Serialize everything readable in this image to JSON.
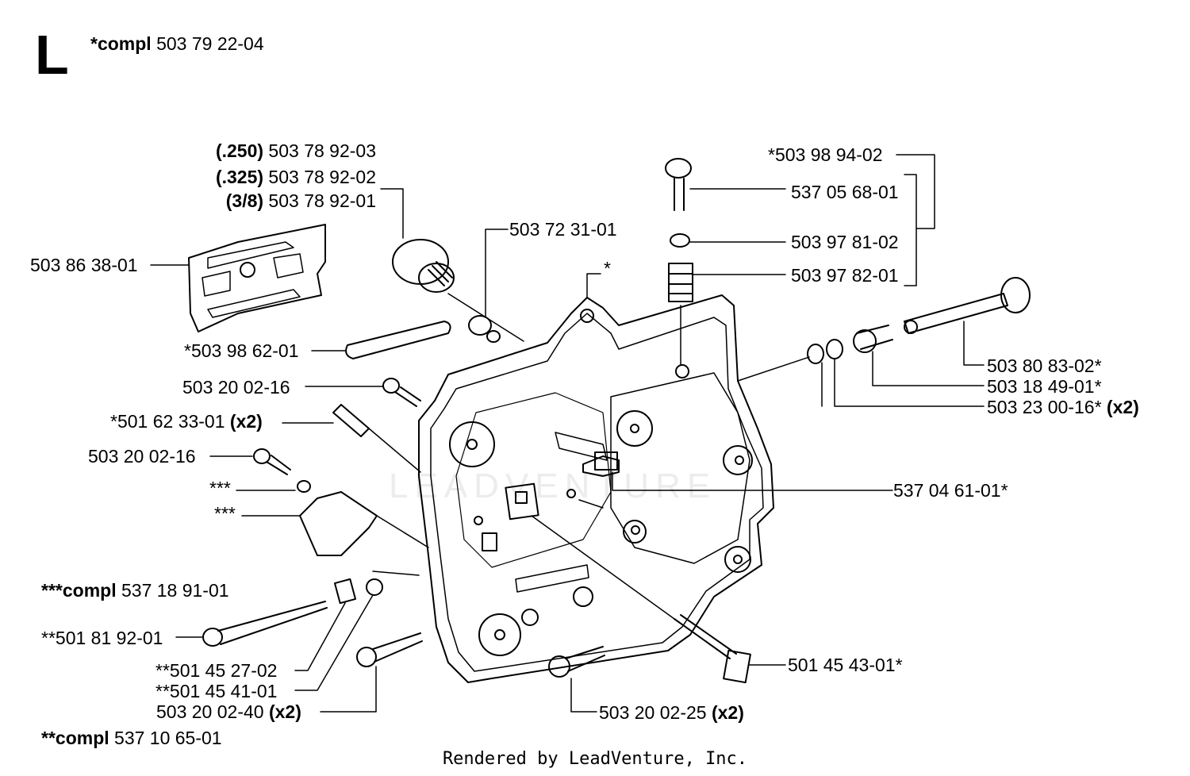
{
  "section": {
    "letter": "L",
    "compl_prefix": "*compl",
    "compl_number": "503 79 22-04"
  },
  "labels": [
    {
      "id": "bar-250",
      "bold": "(.250)",
      "text": " 503 78 92-03"
    },
    {
      "id": "bar-325",
      "bold": "(.325)",
      "text": " 503 78 92-02"
    },
    {
      "id": "bar-38",
      "bold": "(3/8)",
      "text": " 503 78 92-01"
    },
    {
      "id": "p503863801",
      "bold": "",
      "text": "503 86 38-01"
    },
    {
      "id": "p503723101",
      "bold": "",
      "text": "503 72 31-01"
    },
    {
      "id": "star",
      "bold": "",
      "text": "*"
    },
    {
      "id": "p503989402",
      "bold": "",
      "text": "*503 98 94-02"
    },
    {
      "id": "p537056801",
      "bold": "",
      "text": "537 05 68-01"
    },
    {
      "id": "p503978102",
      "bold": "",
      "text": "503 97 81-02"
    },
    {
      "id": "p503978201",
      "bold": "",
      "text": "503 97 82-01"
    },
    {
      "id": "p503986201",
      "bold": "",
      "text": "*503 98 62-01"
    },
    {
      "id": "p503200216a",
      "bold": "",
      "text": "503 20 02-16"
    },
    {
      "id": "p501623301",
      "bold": "",
      "text": "*501 62 33-01 ",
      "suffix": "(x2)"
    },
    {
      "id": "p503200216b",
      "bold": "",
      "text": "503 20 02-16"
    },
    {
      "id": "triple1",
      "bold": "",
      "text": "***"
    },
    {
      "id": "triple2",
      "bold": "",
      "text": "***"
    },
    {
      "id": "p503808302",
      "bold": "",
      "text": "503 80 83-02*"
    },
    {
      "id": "p503184901",
      "bold": "",
      "text": "503 18 49-01*"
    },
    {
      "id": "p503230016",
      "bold": "",
      "text": "503 23 00-16* ",
      "suffix": "(x2)"
    },
    {
      "id": "p537046101",
      "bold": "",
      "text": "537 04 61-01*"
    },
    {
      "id": "compl537189101",
      "bold": "***compl",
      "text": " 537 18 91-01"
    },
    {
      "id": "p501819201",
      "bold": "",
      "text": "**501 81 92-01"
    },
    {
      "id": "p501452702",
      "bold": "",
      "text": "**501 45 27-02"
    },
    {
      "id": "p501454101",
      "bold": "",
      "text": "**501 45 41-01"
    },
    {
      "id": "p503200240",
      "bold": "",
      "text": "503 20 02-40 ",
      "suffix": "(x2)"
    },
    {
      "id": "compl537106501",
      "bold": "**compl",
      "text": " 537 10 65-01"
    },
    {
      "id": "p501454301",
      "bold": "",
      "text": "501 45 43-01*"
    },
    {
      "id": "p503200225",
      "bold": "",
      "text": "503 20 02-25 ",
      "suffix": "(x2)"
    }
  ],
  "footer": "Rendered by LeadVenture, Inc.",
  "watermark": "LEADVENTURE"
}
